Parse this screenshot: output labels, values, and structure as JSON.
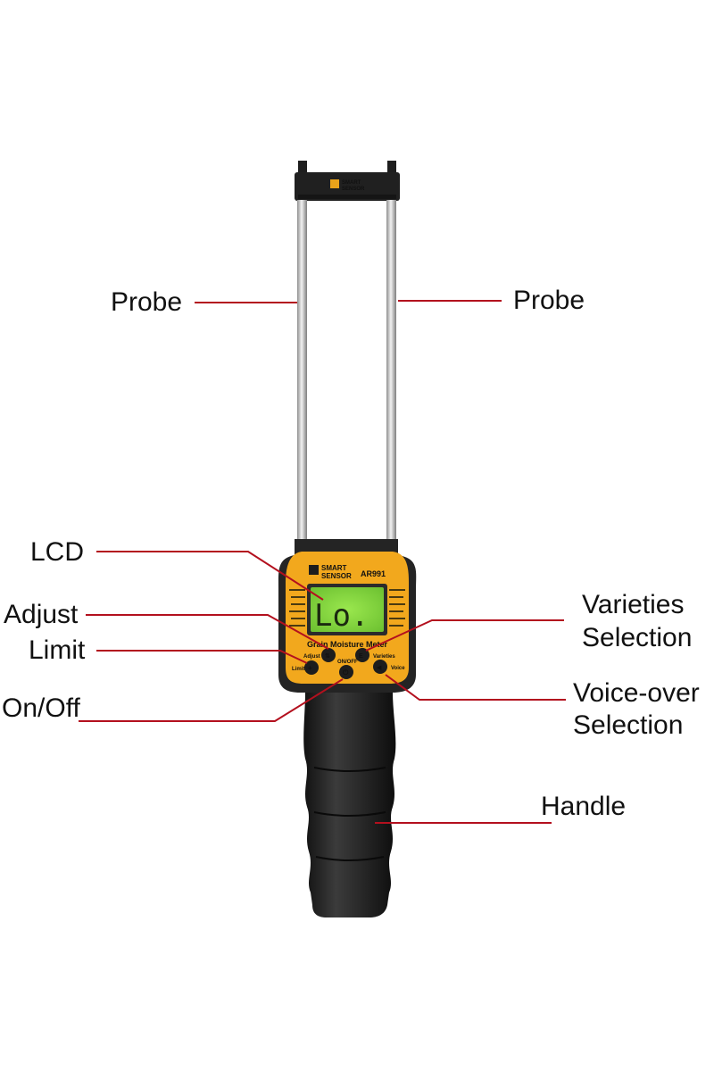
{
  "device": {
    "brand_line1": "SMART",
    "brand_line2": "SENSOR",
    "model": "AR991",
    "panel_title": "Grain Moisture Meter",
    "lcd_reading": "Lo.",
    "btn_adjust": "Adjust",
    "btn_onoff": "ON/OFF",
    "btn_varieties": "Varieties",
    "btn_limit": "Limit",
    "btn_voice": "Voice"
  },
  "callouts": {
    "probe_left": "Probe",
    "probe_right": "Probe",
    "lcd": "LCD",
    "adjust": "Adjust",
    "limit": "Limit",
    "onoff": "On/Off",
    "varieties_line1": "Varieties",
    "varieties_line2": "Selection",
    "voice_line1": "Voice-over",
    "voice_line2": "Selection",
    "handle": "Handle"
  },
  "colors": {
    "leader_line": "#b3101e",
    "body_yellow": "#f2a81d",
    "body_black": "#222222",
    "lcd_green": "#86d840",
    "probe_steel": "#c8c8c8"
  }
}
